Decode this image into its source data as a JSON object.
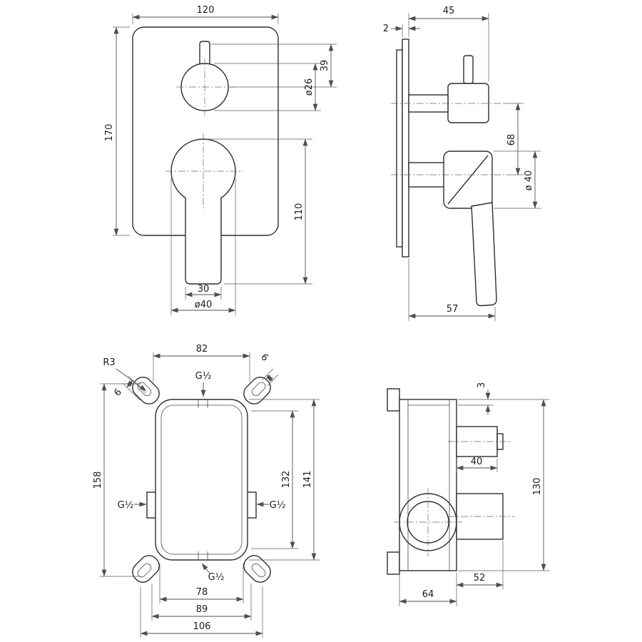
{
  "drawing": {
    "front_trim": {
      "width": "120",
      "height": "170",
      "knob_offset": "39",
      "knob_dia": "ø26",
      "handle_offset": "110",
      "lever_width": "30",
      "handle_dia": "ø40"
    },
    "side_trim": {
      "plate_thickness": "2",
      "knob_depth": "45",
      "axis_distance": "68",
      "handle_dia": "ø 40",
      "lever_depth": "57"
    },
    "front_box": {
      "width": "82",
      "ear_right": "6",
      "corner_radius": "R3",
      "ear_left": "6",
      "height": "158",
      "inner_height": "132",
      "outer_height": "141",
      "port_top": "G½",
      "port_left": "G½",
      "port_right": "G½",
      "port_bottom": "G½",
      "width_inner": "78",
      "width_body": "89",
      "width_overall": "106"
    },
    "side_box": {
      "wall": "3",
      "port_width": "40",
      "height": "130",
      "port_depth": "52",
      "depth": "64"
    }
  }
}
